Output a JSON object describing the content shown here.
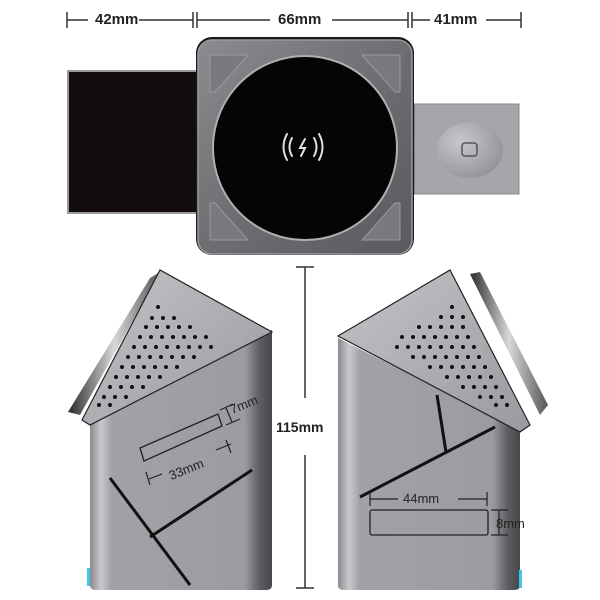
{
  "top_dimensions": {
    "left_width": "42mm",
    "center_width": "66mm",
    "right_width": "41mm"
  },
  "height_dimension": "115mm",
  "left_side_view": {
    "slot_height": "7mm",
    "slot_width": "33mm"
  },
  "right_side_view": {
    "slot_width": "44mm",
    "slot_height": "8mm"
  },
  "icons": {
    "wireless_charging": "wireless-charging-icon",
    "watch_button": "rounded-square-icon"
  },
  "colors": {
    "body_gray": "#9a9a9e",
    "frame_gray": "#707074",
    "charging_pad": "#050505",
    "phone_panel": "#140d0d",
    "accent_cyan": "#3fc8e8",
    "dim_line": "#333333"
  }
}
